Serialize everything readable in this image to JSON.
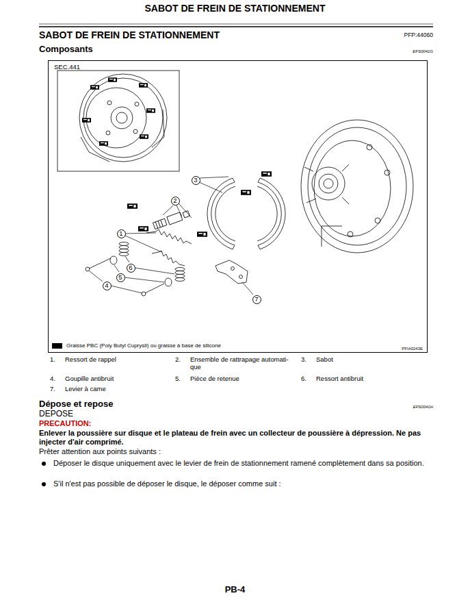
{
  "diagram": {
    "title": "SABOT DE FREIN DE STATIONNEMENT",
    "nodes": [
      {
        "text": [
          "SEC.441",
          "PFIA0243E"
        ]
      },
      {
        "text": [
          "3"
        ],
        "in": 0
      },
      {
        "text": [
          "2"
        ],
        "in": 0
      },
      {
        "text": [
          "1"
        ],
        "in": 0
      },
      {
        "text": [
          "6"
        ],
        "in": 0
      },
      {
        "text": [
          "5"
        ],
        "in": 0
      },
      {
        "text": [
          "4"
        ],
        "in": 0
      },
      {
        "text": [
          "7"
        ],
        "in": 0
      }
    ],
    "labels": [
      "SABOT DE FREIN DE STATIONNEMENT",
      "PFP:44060",
      "Composants",
      "EFS0041G",
      "1.",
      "Ressort de rappel",
      "2.",
      "Ensemble de rattrapage automati- que",
      "3.",
      "Sabot",
      "4.",
      "Goupille antibruit",
      "5.",
      "Pièce de retenue",
      "6.",
      "Ressort antibruit",
      "7.",
      "Levier à came",
      "Dépose et repose",
      "EFS0041H",
      "DEPOSE",
      "PRECAUTION:",
      "Enlever la poussière sur disque et le plateau de frein avec un collecteur de poussière à dépression. Ne pas injecter d'air comprimé.",
      "Prêter attention aux points suivants :",
      "Déposer le disque uniquement avec le levier de frein de stationnement ramené complètement dans sa position.",
      "S'il n'est pas possible de déposer le disque, le déposer comme suit :",
      "PB-4"
    ],
    "legend": [
      {
        "text": "Graisse PBC (Poly Butyl Cuprysil) ou graisse à base de silicone"
      }
    ]
  }
}
